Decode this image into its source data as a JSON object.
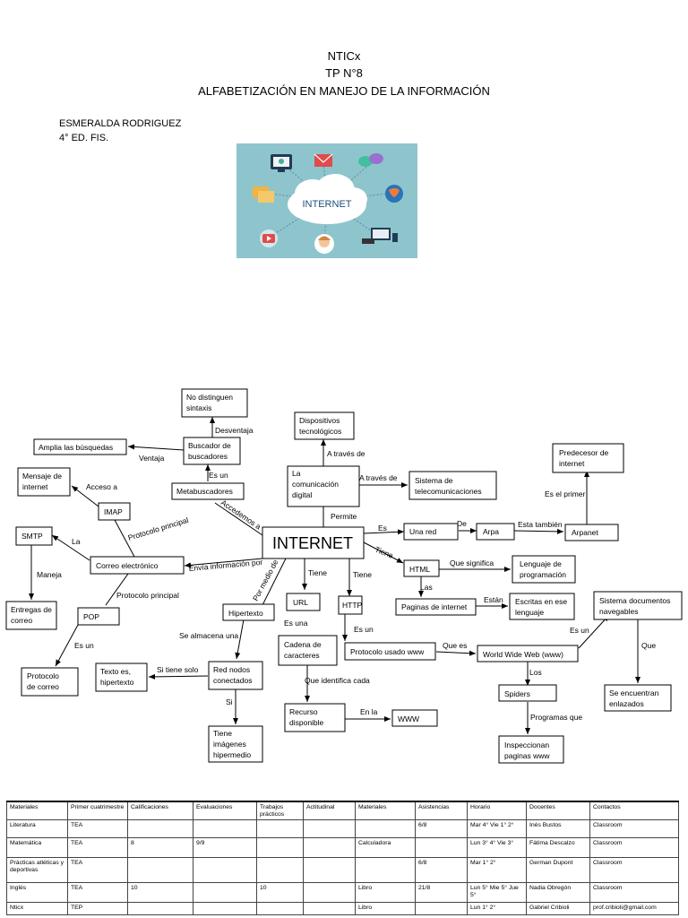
{
  "header": {
    "line1": "NTICx",
    "line2": "TP N°8",
    "line3": "ALFABETIZACIÓN EN MANEJO DE LA INFORMACIÓN"
  },
  "student": {
    "name": "ESMERALDA RODRIGUEZ",
    "course": "4° ED. FIS."
  },
  "illustration": {
    "label": "INTERNET",
    "bg_color": "#8ec5cd",
    "cloud_color": "#ffffff"
  },
  "concept_map": {
    "nodes": {
      "internet": "INTERNET",
      "no_distinguen": [
        "No distinguen",
        "sintaxis"
      ],
      "buscador": [
        "Buscador de",
        "buscadores"
      ],
      "amplia": "Amplia las búsquedas",
      "metabuscadores": "Metabuscadores",
      "dispositivos": [
        "Dispositivos",
        "tecnológicos"
      ],
      "comunicacion": [
        "La",
        "comunicación",
        "digital"
      ],
      "sistema_tel": [
        "Sistema de",
        "telecomunicaciones"
      ],
      "predecesor": [
        "Predecesor de",
        "internet"
      ],
      "mensaje": [
        "Mensaje de",
        "internet"
      ],
      "imap": "IMAP",
      "smtp": "SMTP",
      "correo": "Correo electrónico",
      "entregas": [
        "Entregas de",
        "correo"
      ],
      "pop": "POP",
      "protocolo_correo": [
        "Protocolo",
        "de correo"
      ],
      "una_red": "Una red",
      "arpa": "Arpa",
      "arpanet": "Arpanet",
      "html": "HTML",
      "lenguaje": [
        "Lenguaje de",
        "programación"
      ],
      "paginas": "Paginas de internet",
      "escritas": [
        "Escritas en ese",
        "lenguaje"
      ],
      "hipertexto": "Hipertexto",
      "url": "URL",
      "http": "HTTP",
      "red_nodos": [
        "Red nodos",
        "conectados"
      ],
      "texto_es": [
        "Texto es,",
        "hipertexto"
      ],
      "tiene_imagenes": [
        "Tiene",
        "imágenes",
        "hipermedio"
      ],
      "cadena": [
        "Cadena de",
        "caracteres"
      ],
      "recurso": [
        "Recurso",
        "disponible"
      ],
      "www_box": "WWW",
      "protocolo_www": "Protocolo usado www",
      "wwweb": "World Wide Web (www)",
      "spiders": "Spiders",
      "inspeccionan": [
        "Inspeccionan",
        "paginas www"
      ],
      "sistema_doc": [
        "Sistema documentos",
        "navegables"
      ],
      "enlazados": [
        "Se encuentran",
        "enlazados"
      ]
    },
    "links": {
      "desventaja": "Desventaja",
      "ventaja": "Ventaja",
      "es_un_meta": "Es un",
      "accedemos": "Accedemos a",
      "a_traves_1": "A través de",
      "a_traves_2": "A través de",
      "permite": "Permite",
      "es_el_primer": "Es el primer",
      "acceso_a": "Acceso a",
      "protocolo_principal_1": "Protocolo principal",
      "la": "La",
      "envia": "Envía información por",
      "maneja": "Maneja",
      "protocolo_principal_2": "Protocolo principal",
      "es_un_pop": "Es un",
      "es": "Es",
      "de": "De",
      "esta_tambien": "Esta también",
      "tiene_html": "Tiene",
      "que_significa": "Que significa",
      "las": "Las",
      "estan": "Están",
      "por_medio_de": "Por medio de",
      "tiene_url": "Tiene",
      "tiene_http": "Tiene",
      "se_almacena": "Se almacena una",
      "si_tiene_solo": "Si tiene solo",
      "si": "Si",
      "es_una": "Es una",
      "que_identifica": "Que identifica cada",
      "en_la": "En la",
      "es_un_http": "Es un",
      "que_es": "Que es",
      "los": "Los",
      "programas_que": "Programas que",
      "es_un_www": "Es un",
      "que": "Que"
    }
  },
  "schedule_table": {
    "headers": [
      "Materiales",
      "Primer cuatrimestre",
      "Calificaciones",
      "Evaluaciones",
      "Trabajos prácticos",
      "Actitudinal",
      "Materiales",
      "Asistencias",
      "Horario",
      "Docentes",
      "Contactos"
    ],
    "rows": [
      [
        "Literatura",
        "TEA",
        "",
        "",
        "",
        "",
        "",
        "6/8",
        "Mar 4° Vie 1° 2°",
        "Inés Bustos",
        "Classroom"
      ],
      [
        "Matemática",
        "TEA",
        "8",
        "9/9",
        "",
        "",
        "Calculadora",
        "",
        "Lun 3° 4° Vie 3°",
        "Fátima Descalzo",
        "Classroom"
      ],
      [
        "Prácticas atléticas y deportivas",
        "TEA",
        "",
        "",
        "",
        "",
        "",
        "6/8",
        "Mar 1° 2°",
        "German Dupont",
        "Classroom"
      ],
      [
        "Inglés",
        "TEA",
        "10",
        "",
        "10",
        "",
        "Libro",
        "21/8",
        "Lun 5° Mie 5° Jue 5°",
        "Nadia Obregón",
        "Classroom"
      ],
      [
        "Nticx",
        "TEP",
        "",
        "",
        "",
        "",
        "Libro",
        "",
        "Lun 1° 2°",
        "Gabriel Cribioli",
        "prof.cribioli@gmail.com"
      ]
    ]
  }
}
